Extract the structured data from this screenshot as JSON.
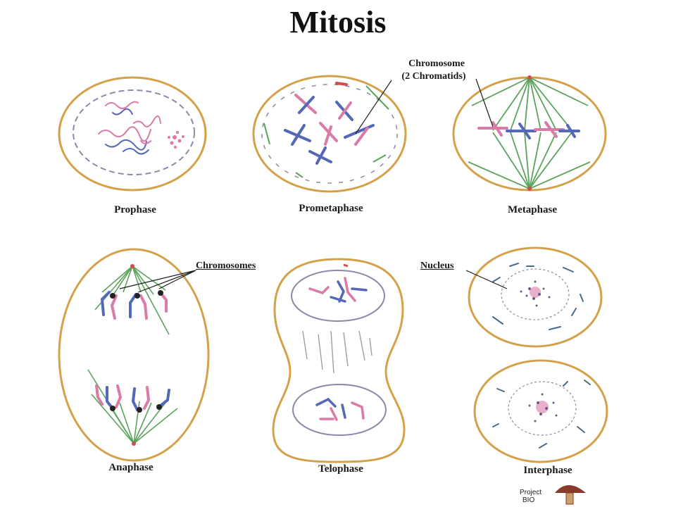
{
  "title": "Mitosis",
  "stages": {
    "prophase": "Prophase",
    "prometaphase": "Prometaphase",
    "metaphase": "Metaphase",
    "anaphase": "Anaphase",
    "telophase": "Telophase",
    "interphase": "Interphase"
  },
  "callouts": {
    "chromosome_line1": "Chromosome",
    "chromosome_line2": "(2 Chromatids)",
    "chromosomes": "Chromosomes",
    "nucleus": "Nucleus"
  },
  "logo": {
    "line1": "Project",
    "line2": "BIO"
  },
  "colors": {
    "cell_membrane": "#d4a14a",
    "spindle": "#5aa35a",
    "chromosome_pink": "#d97aa8",
    "chromosome_blue": "#5468b8",
    "nuclear_envelope": "#8a8aa8"
  }
}
